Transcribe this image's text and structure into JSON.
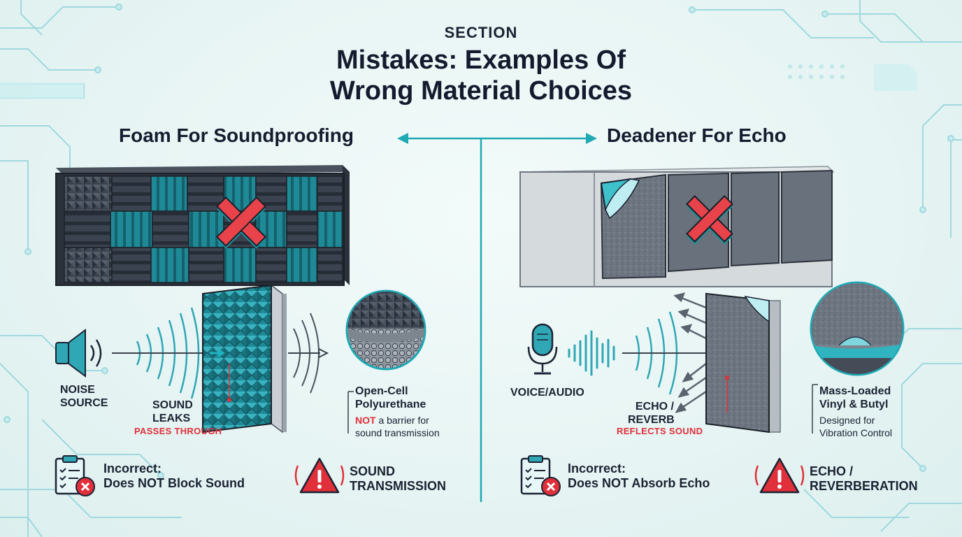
{
  "header": {
    "eyebrow": "SECTION",
    "title_line1": "Mistakes: Examples Of",
    "title_line2": "Wrong Material Choices"
  },
  "left": {
    "title": "Foam For Soundproofing",
    "source_line1": "NOISE",
    "source_line2": "SOURCE",
    "leak_line1": "SOUND",
    "leak_line2": "LEAKS",
    "leak_note": "PASSES THROUGH",
    "material_line1": "Open-Cell",
    "material_line2": "Polyurethane",
    "note_emphasis": "NOT",
    "note_rest_line1": " a barrier for",
    "note_line2": "sound transmission",
    "incorrect_line1": "Incorrect:",
    "incorrect_line2": "Does NOT Block Sound",
    "warning_line1": "SOUND",
    "warning_line2": "TRANSMISSION"
  },
  "right": {
    "title": "Deadener For Echo",
    "source_label": "VOICE/AUDIO",
    "echo_line1": "ECHO /",
    "echo_line2": "REVERB",
    "echo_note": "REFLECTS SOUND",
    "material_line1": "Mass-Loaded",
    "material_line2": "Vinyl & Butyl",
    "note_line1": "Designed for",
    "note_line2": "Vibration Control",
    "incorrect_line1": "Incorrect:",
    "incorrect_line2": "Does NOT Absorb Echo",
    "warning_line1": "ECHO /",
    "warning_line2": "REVERBERATION"
  },
  "colors": {
    "accent": "#1fa9b4",
    "teal_foam": "#1f7f8c",
    "dark_foam": "#3b4350",
    "cross_red": "#e8424b",
    "warning_red": "#e0303a",
    "ink": "#1b2233"
  }
}
